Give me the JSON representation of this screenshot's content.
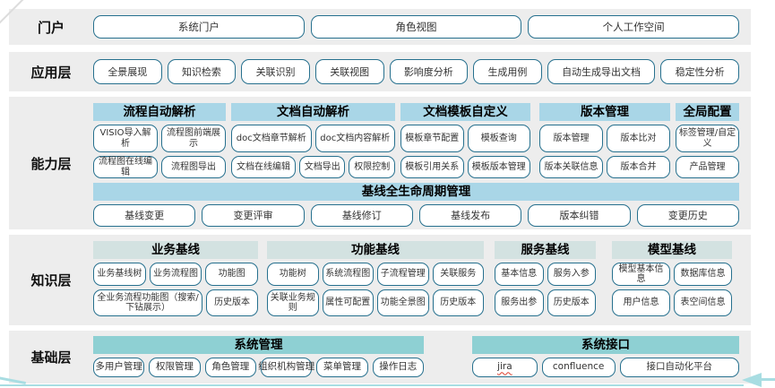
{
  "colors": {
    "capability_header_bg": "#a9d6e7",
    "knowledge_header_bg": "#d3e2e1",
    "foundation_header_bg": "#8ed0d3",
    "box_border": "#26708e",
    "row_bg": "#ededed",
    "decor_teal": "#a8dde2",
    "squiggle": "#e0402f"
  },
  "portal": {
    "label": "门户",
    "buttons": [
      "系统门户",
      "角色视图",
      "个人工作空间"
    ]
  },
  "application": {
    "label": "应用层",
    "buttons": [
      "全景展现",
      "知识检索",
      "关联识别",
      "关联视图",
      "影响度分析",
      "生成用例",
      "自动生成导出文档",
      "稳定性分析"
    ]
  },
  "capability": {
    "label": "能力层",
    "sections": [
      {
        "title": "流程自动解析",
        "row1": [
          "VISIO导入解析",
          "流程图前端展示"
        ],
        "row2": [
          "流程图在线编辑",
          "流程图导出"
        ]
      },
      {
        "title": "文档自动解析",
        "row1": [
          "doc文档章节解析",
          "doc文档内容解析"
        ],
        "row2": [
          "文档在线编辑",
          "文档导出",
          "权限控制"
        ]
      },
      {
        "title": "文档模板自定义",
        "row1": [
          "模板章节配置",
          "模板查询"
        ],
        "row2": [
          "模板引用关系",
          "模板版本管理"
        ]
      },
      {
        "title": "版本管理",
        "row1": [
          "版本管理",
          "版本比对"
        ],
        "row2": [
          "版本关联信息",
          "版本合并"
        ]
      },
      {
        "title": "全局配置",
        "row1": [
          "标签管理/自定义"
        ],
        "row2": [
          "产品管理"
        ]
      }
    ],
    "baseline": {
      "title": "基线全生命周期管理",
      "buttons": [
        "基线变更",
        "变更评审",
        "基线修订",
        "基线发布",
        "版本纠错",
        "变更历史"
      ]
    }
  },
  "knowledge": {
    "label": "知识层",
    "sections": [
      {
        "title": "业务基线",
        "row1": [
          "业务基线树",
          "业务流程图",
          "功能图"
        ],
        "row2": [
          "全业务流程功能图（搜索/下钻展示）",
          "历史版本"
        ]
      },
      {
        "title": "功能基线",
        "row1": [
          "功能树",
          "系统流程图",
          "子流程管理",
          "关联服务"
        ],
        "row2": [
          "关联业务规则",
          "属性可配置",
          "功能全景图",
          "历史版本"
        ]
      },
      {
        "title": "服务基线",
        "row1": [
          "基本信息",
          "服务入参"
        ],
        "row2": [
          "服务出参",
          "历史版本"
        ]
      },
      {
        "title": "模型基线",
        "row1": [
          "模型基本信息",
          "数据库信息"
        ],
        "row2": [
          "用户信息",
          "表空间信息"
        ]
      }
    ]
  },
  "foundation": {
    "label": "基础层",
    "sections": [
      {
        "title": "系统管理",
        "buttons": [
          "多用户管理",
          "权限管理",
          "角色管理",
          "组织机构管理",
          "菜单管理",
          "操作日志"
        ]
      },
      {
        "title": "系统接口",
        "buttons": [
          "jira",
          "confluence",
          "接口自动化平台"
        ]
      }
    ]
  }
}
